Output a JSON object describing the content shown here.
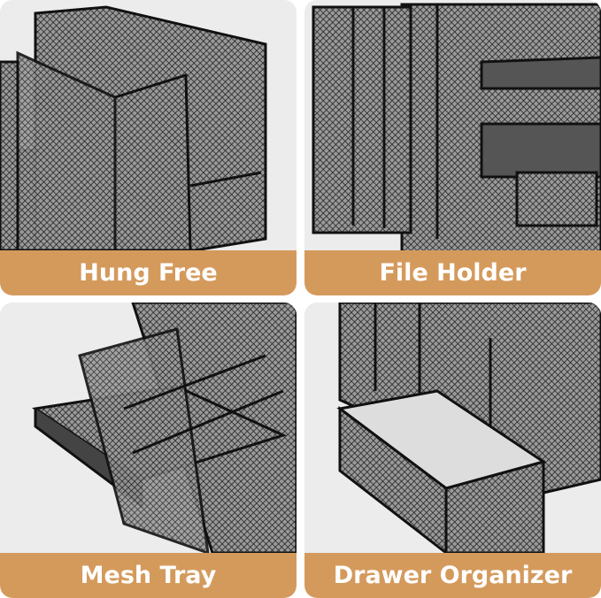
{
  "panels": [
    {
      "label": "Hung Free",
      "icon": "mesh-organizer-hung-image"
    },
    {
      "label": "File Holder",
      "icon": "mesh-file-holder-image"
    },
    {
      "label": "Mesh Tray",
      "icon": "mesh-tray-image"
    },
    {
      "label": "Drawer Organizer",
      "icon": "mesh-drawer-image"
    }
  ],
  "colors": {
    "band": "#d49a5c",
    "panel_bg": "#ececec",
    "mesh": "#2a2a2a"
  }
}
